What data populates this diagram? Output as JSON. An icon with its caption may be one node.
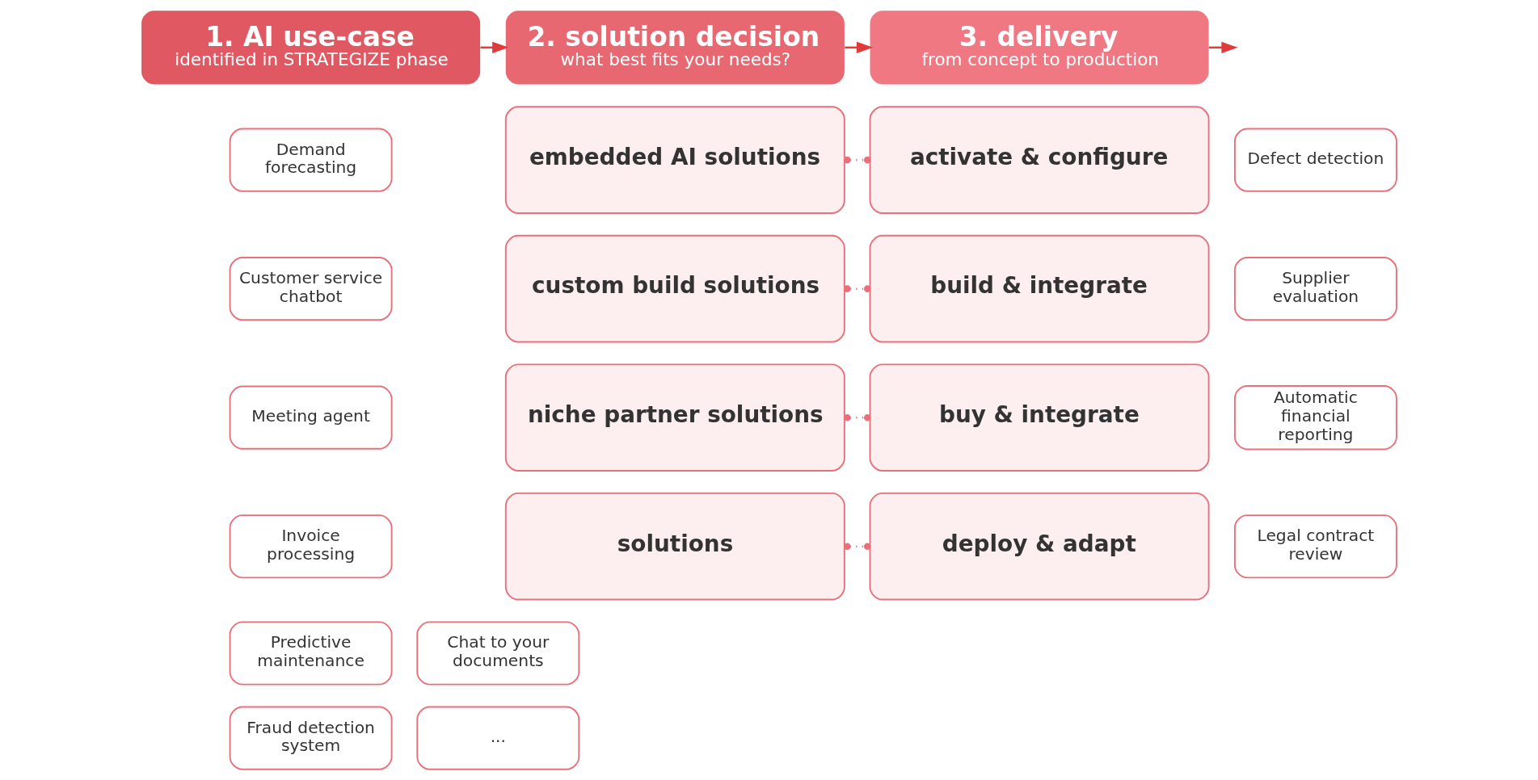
{
  "diagram": {
    "nodes": [
      {
        "text": [
          "1. AI use-case",
          "identified in STRATEGIZE phase"
        ]
      },
      {
        "text": [
          "2. solution decision",
          "what best fits your needs?"
        ]
      },
      {
        "text": [
          "3. delivery",
          "from concept to production"
        ]
      },
      {
        "text": [
          "Demand forecasting"
        ]
      },
      {
        "text": [
          "Defect detection"
        ]
      },
      {
        "text": [
          "Customer service chatbot"
        ]
      },
      {
        "text": [
          "Supplier evaluation"
        ]
      },
      {
        "text": [
          "Meeting agent"
        ]
      },
      {
        "text": [
          "Automatic financial reporting"
        ]
      },
      {
        "text": [
          "Invoice processing"
        ]
      },
      {
        "text": [
          "Legal contract review"
        ]
      },
      {
        "text": [
          "Predictive maintenance"
        ]
      },
      {
        "text": [
          "Chat to your documents"
        ]
      },
      {
        "text": [
          "Fraud detection system"
        ]
      },
      {
        "text": [
          "..."
        ]
      },
      {
        "text": [
          "embedded AI solutions"
        ]
      },
      {
        "text": [
          "custom build solutions"
        ]
      },
      {
        "text": [
          "niche partner solutions"
        ]
      },
      {
        "text": [
          "solutions"
        ]
      },
      {
        "text": [
          "activate & configure"
        ]
      },
      {
        "text": [
          "build & integrate"
        ]
      },
      {
        "text": [
          "buy & integrate"
        ]
      },
      {
        "text": [
          "deploy & adapt"
        ]
      }
    ],
    "edges": [
      {
        "from": 0,
        "to": 1,
        "arrow": "to"
      },
      {
        "from": 1,
        "to": 2,
        "arrow": "to"
      },
      {
        "from": 2,
        "to": null,
        "arrow": "to"
      },
      {
        "from": 15,
        "to": 19,
        "arrow": "other",
        "style": "dashed"
      },
      {
        "from": 16,
        "to": 20,
        "arrow": "other",
        "style": "dashed"
      },
      {
        "from": 17,
        "to": 21,
        "arrow": "other",
        "style": "dashed"
      },
      {
        "from": 18,
        "to": 22,
        "arrow": "other",
        "style": "dashed"
      }
    ]
  }
}
